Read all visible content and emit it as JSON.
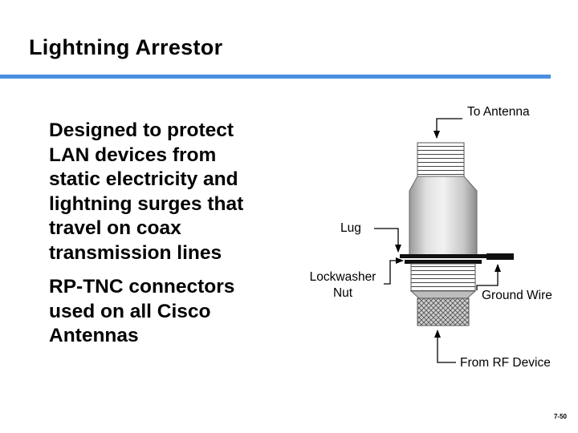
{
  "slide": {
    "title": "Lightning Arrestor",
    "accent_color": "#4a8fe0",
    "slide_number": "7-50"
  },
  "bullets": [
    "Designed to protect\nLAN devices from\nstatic electricity and\nlightning surges that\ntravel on coax\ntransmission lines",
    "RP-TNC connectors\nused on all Cisco\nAntennas"
  ],
  "diagram": {
    "labels": {
      "to_antenna": "To Antenna",
      "lug": "Lug",
      "lockwasher": "Lockwasher",
      "nut": "Nut",
      "ground_wire": "Ground Wire",
      "from_rf_device": "From RF Device"
    }
  }
}
